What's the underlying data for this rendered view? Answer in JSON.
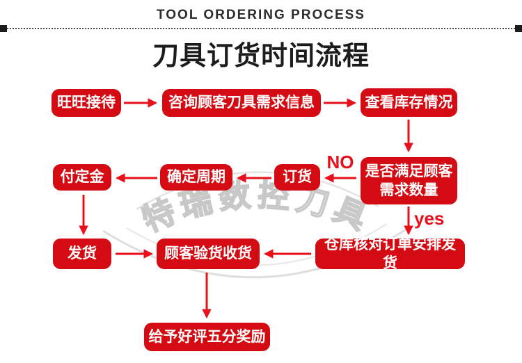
{
  "header": {
    "eyebrow": "TOOL ORDERING PROCESS",
    "title": "刀具订货时间流程"
  },
  "watermark": {
    "text": "特瑞数控刀具"
  },
  "colors": {
    "node_red": "#d40b12",
    "arrow_red": "#e8101b",
    "title_color": "#1c1c1c",
    "eyebrow_color": "#2b2b2b",
    "watermark_gray": "#c6c6c6"
  },
  "flow": {
    "nodes": {
      "wangwang": {
        "label": "旺旺接待"
      },
      "consult": {
        "label": "咨询顾客刀具需求信息"
      },
      "check_stock": {
        "label": "查看库存情况"
      },
      "pay_deposit": {
        "label": "付定金"
      },
      "confirm_cycle": {
        "label": "确定周期"
      },
      "order": {
        "label": "订货"
      },
      "satisfy": {
        "label": "是否满足顾客需求数量"
      },
      "ship": {
        "label": "发货"
      },
      "receive": {
        "label": "顾客验货收货"
      },
      "warehouse": {
        "label": "仓库核对订单安排发货"
      },
      "reward": {
        "label": "给予好评五分奖励"
      }
    },
    "branch_labels": {
      "no": "NO",
      "yes": "yes"
    },
    "edges": [
      {
        "from": "wangwang",
        "to": "consult"
      },
      {
        "from": "consult",
        "to": "check_stock"
      },
      {
        "from": "check_stock",
        "to": "satisfy"
      },
      {
        "from": "satisfy",
        "to": "order",
        "label": "NO"
      },
      {
        "from": "order",
        "to": "confirm_cycle"
      },
      {
        "from": "confirm_cycle",
        "to": "pay_deposit"
      },
      {
        "from": "pay_deposit",
        "to": "ship"
      },
      {
        "from": "satisfy",
        "to": "warehouse",
        "label": "yes"
      },
      {
        "from": "ship",
        "to": "receive"
      },
      {
        "from": "warehouse",
        "to": "receive"
      },
      {
        "from": "receive",
        "to": "reward"
      }
    ]
  }
}
